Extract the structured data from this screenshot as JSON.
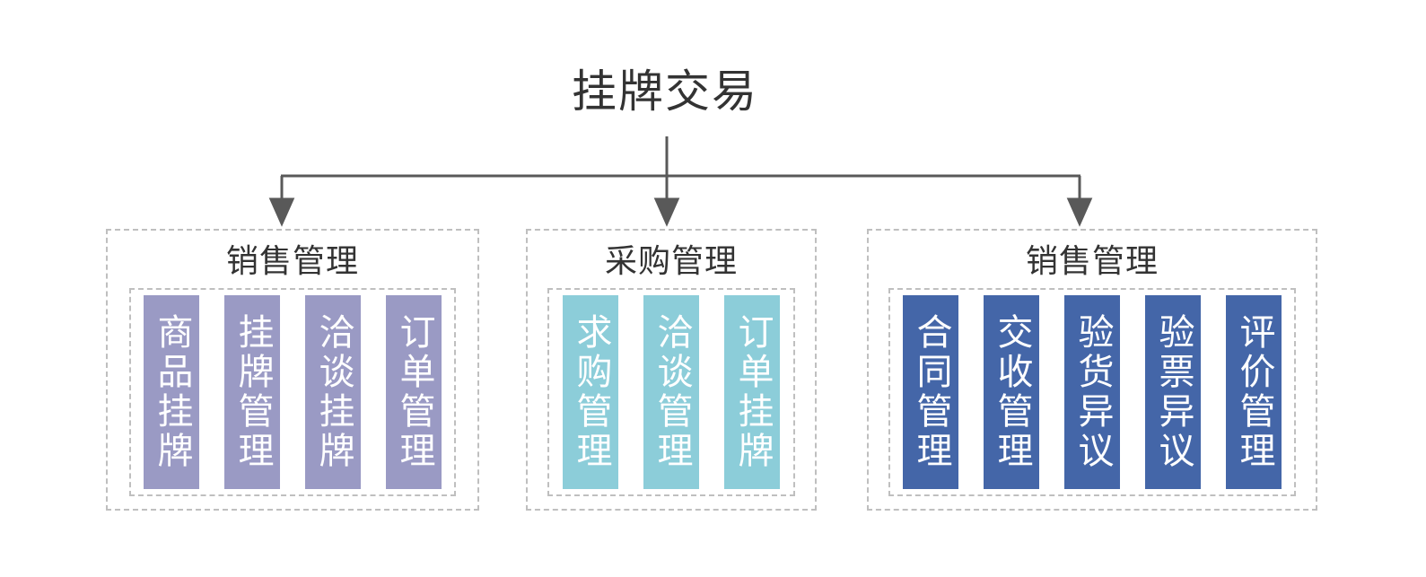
{
  "diagram": {
    "title": "挂牌交易",
    "connector": {
      "line_color": "#595959",
      "arrow_count": 3
    },
    "group_border_color": "#bfbfbf",
    "title_color": "#333333",
    "groups": [
      {
        "name": "销售管理",
        "color": "#9a9ac4",
        "items": [
          {
            "label": "商品挂牌"
          },
          {
            "label": "挂牌管理"
          },
          {
            "label": "洽谈挂牌"
          },
          {
            "label": "订单管理"
          }
        ]
      },
      {
        "name": "采购管理",
        "color": "#8ccdd9",
        "items": [
          {
            "label": "求购管理"
          },
          {
            "label": "洽谈管理"
          },
          {
            "label": "订单挂牌"
          }
        ]
      },
      {
        "name": "销售管理",
        "color": "#4466a8",
        "items": [
          {
            "label": "合同管理"
          },
          {
            "label": "交收管理"
          },
          {
            "label": "验货异议"
          },
          {
            "label": "验票异议"
          },
          {
            "label": "评价管理"
          }
        ]
      }
    ]
  }
}
